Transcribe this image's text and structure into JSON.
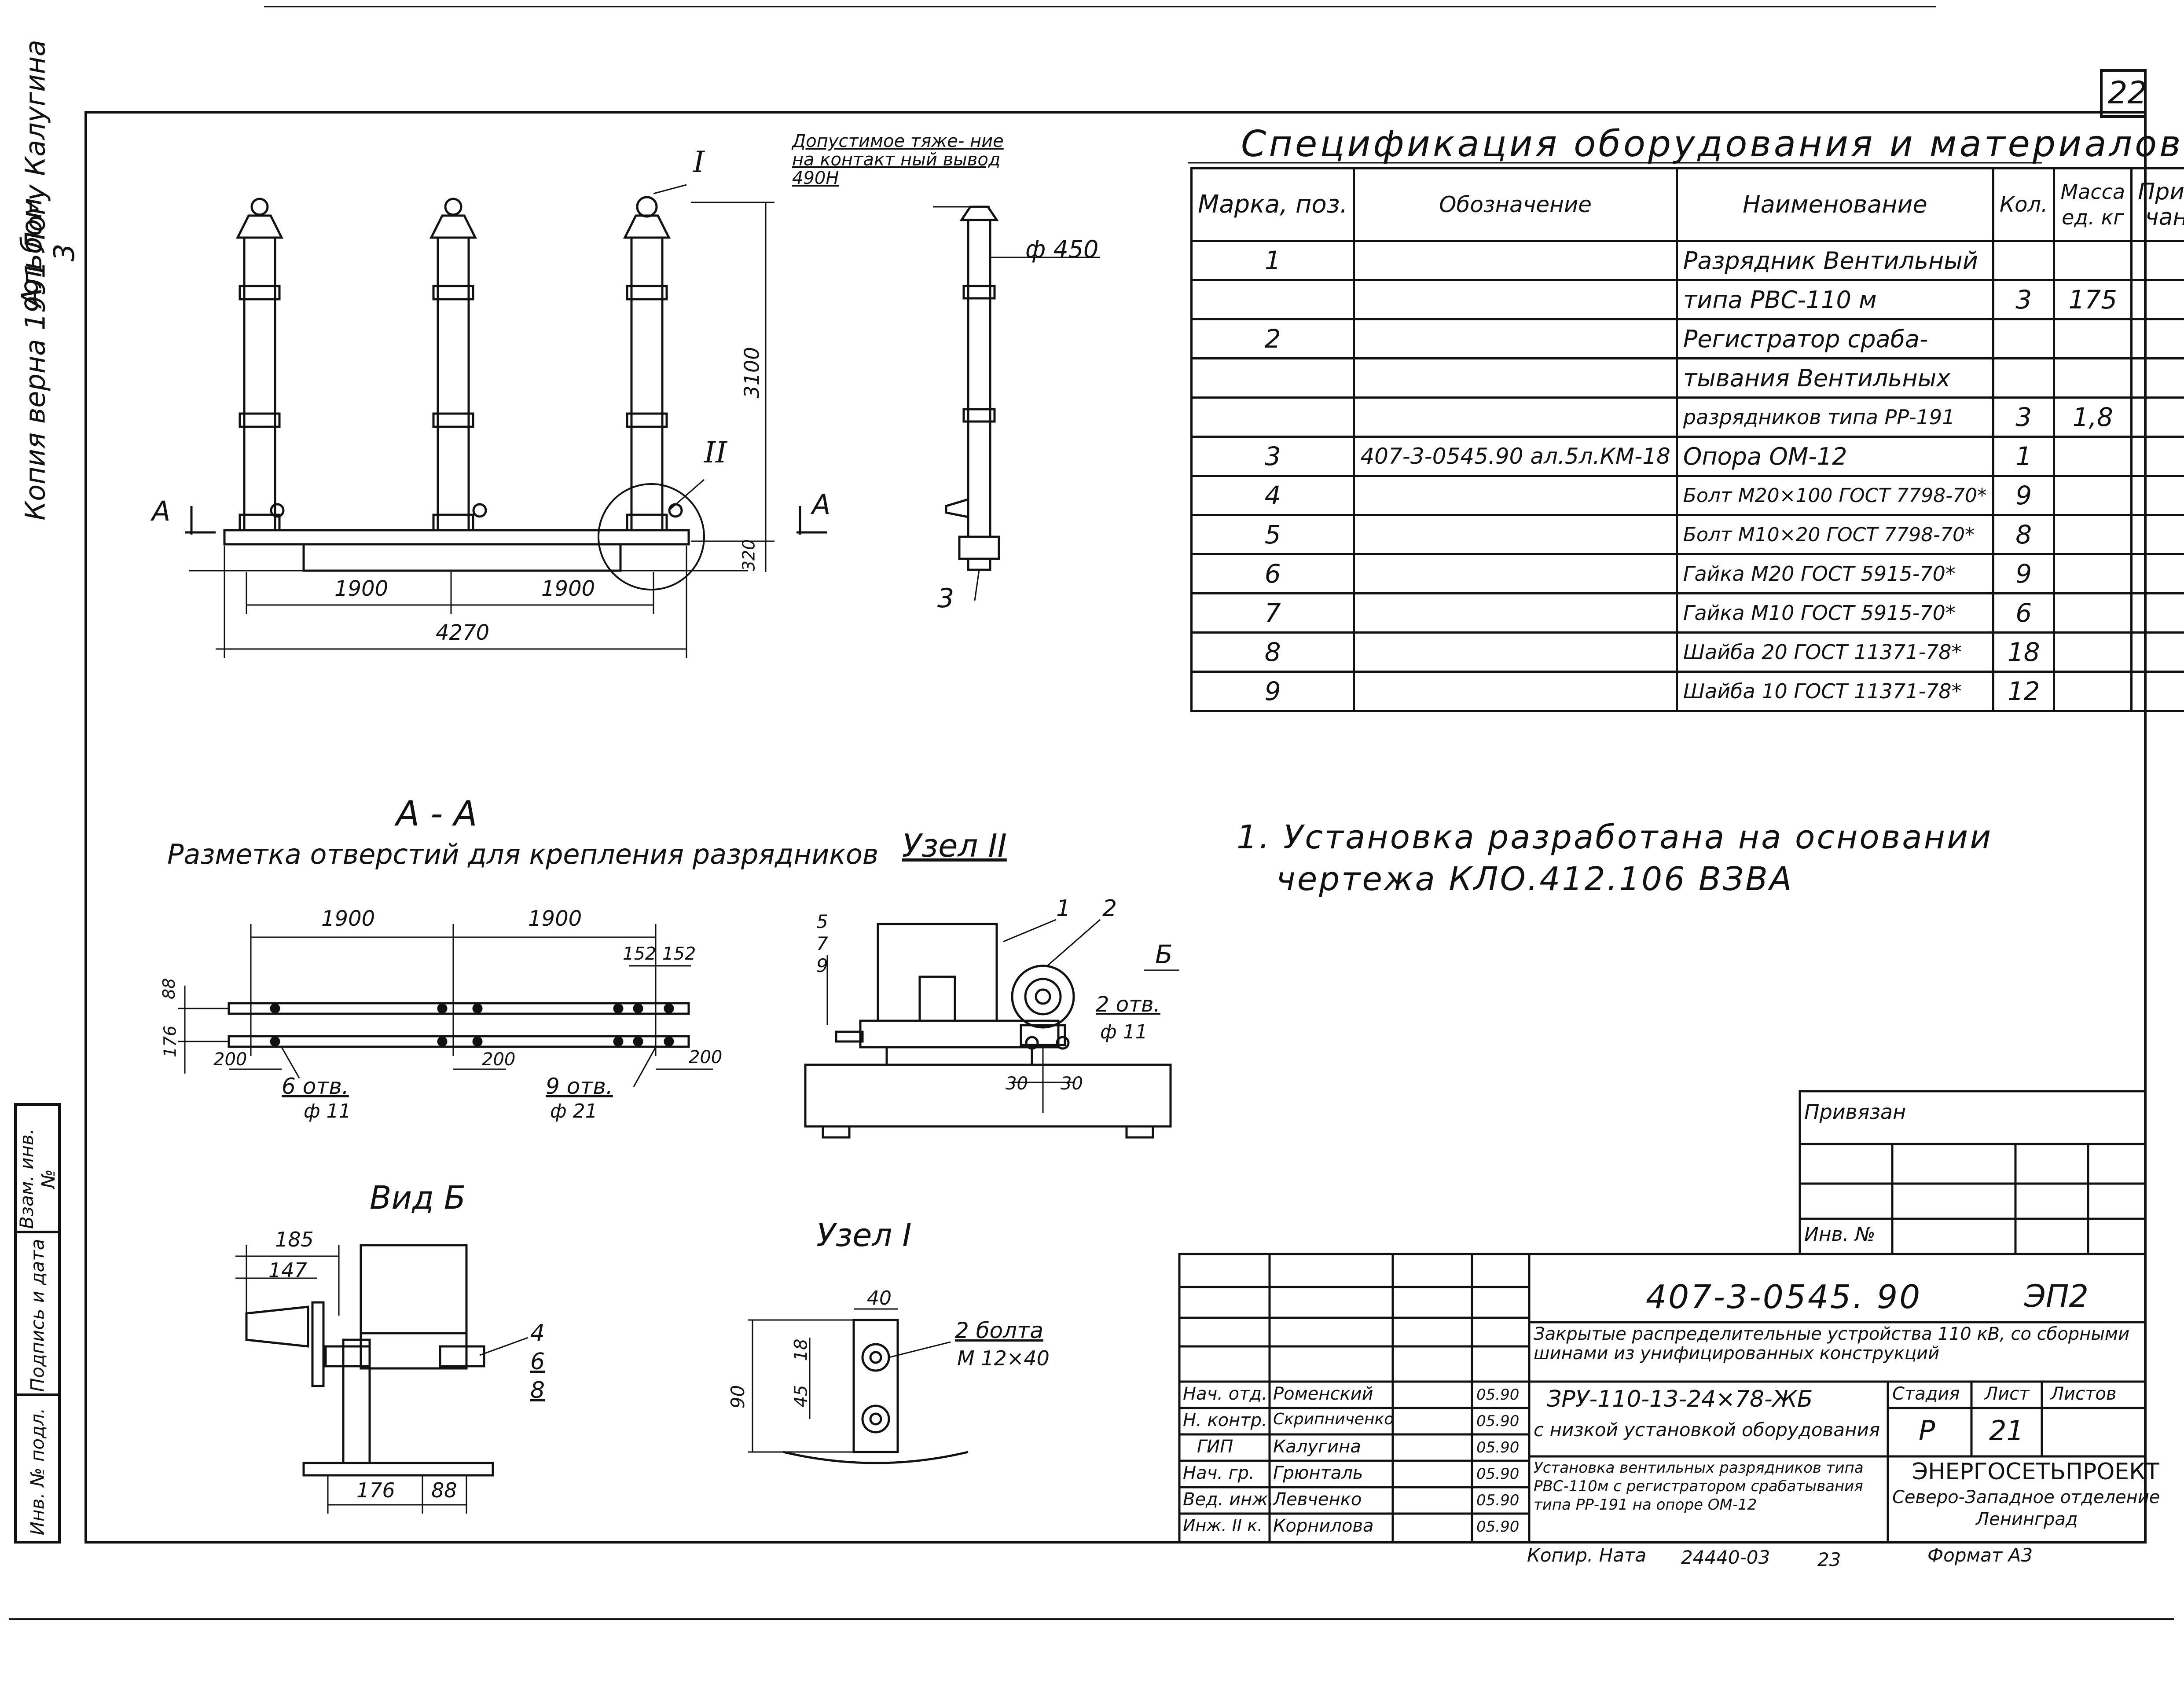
{
  "sheet_number": "22",
  "side_note": {
    "copy_text": "Копия верна 1991 Логу Калугина",
    "album": "Альбом 3"
  },
  "spec": {
    "title": "Спецификация оборудования и материалов",
    "headers": [
      "Марка, поз.",
      "Обозначение",
      "Наименование",
      "Кол.",
      "Масса ед. кг",
      "Приме- чание"
    ],
    "rows": [
      [
        "1",
        "",
        "Разрядник Вентильный",
        "",
        "",
        ""
      ],
      [
        "",
        "",
        "типа РВС-110 м",
        "3",
        "175",
        ""
      ],
      [
        "2",
        "",
        "Регистратор сраба-",
        "",
        "",
        ""
      ],
      [
        "",
        "",
        "тывания Вентильных",
        "",
        "",
        ""
      ],
      [
        "",
        "",
        "разрядников типа РР-191",
        "3",
        "1,8",
        ""
      ],
      [
        "3",
        "407-3-0545.90 ал.5л.КМ-18",
        "Опора ОМ-12",
        "1",
        "",
        ""
      ],
      [
        "4",
        "",
        "Болт М20×100 ГОСТ 7798-70*",
        "9",
        "",
        ""
      ],
      [
        "5",
        "",
        "Болт М10×20 ГОСТ 7798-70*",
        "8",
        "",
        ""
      ],
      [
        "6",
        "",
        "Гайка М20 ГОСТ 5915-70*",
        "9",
        "",
        ""
      ],
      [
        "7",
        "",
        "Гайка М10 ГОСТ 5915-70*",
        "6",
        "",
        ""
      ],
      [
        "8",
        "",
        "Шайба 20 ГОСТ 11371-78*",
        "18",
        "",
        ""
      ],
      [
        "9",
        "",
        "Шайба 10 ГОСТ 11371-78*",
        "12",
        "",
        ""
      ]
    ]
  },
  "note": {
    "line1": "1. Установка разработана на основании",
    "line2": "чертежа КЛО.412.106 ВЗВА"
  },
  "main_view": {
    "callout_I": "I",
    "callout_II": "II",
    "label_load": "Допустимое тяже- ние на контакт ный вывод 490Н",
    "dim_phi450": "ф 450",
    "dim_3100": "3100",
    "dim_320": "320",
    "dim_1900a": "1900",
    "dim_1900b": "1900",
    "dim_4270": "4270",
    "section_A": "А",
    "pos_3": "3"
  },
  "section_aa": {
    "title": "А - А",
    "subtitle": "Разметка отверстий для крепления разрядников",
    "dim_1900a": "1900",
    "dim_1900b": "1900",
    "dim_152a": "152",
    "dim_152b": "152",
    "dim_88": "88",
    "dim_176": "176",
    "dim_200a": "200",
    "dim_200b": "200",
    "dim_200c": "200",
    "holes_6": "6 отв.",
    "holes_6_d": "ф 11",
    "holes_9": "9 отв.",
    "holes_9_d": "ф 21"
  },
  "node_ii": {
    "title": "Узел II",
    "p5": "5",
    "p7": "7",
    "p9": "9",
    "p1": "1",
    "p2": "2",
    "view_b": "Б",
    "holes": "2 отв.",
    "holes_d": "ф 11",
    "dim_30a": "30",
    "dim_30b": "30"
  },
  "view_b": {
    "title": "Вид Б",
    "dim_185": "185",
    "dim_147": "147",
    "dim_176": "176",
    "dim_88": "88",
    "p4": "4",
    "p6": "6",
    "p8": "8"
  },
  "node_i": {
    "title": "Узел I",
    "dim_40": "40",
    "dim_18": "18",
    "dim_45": "45",
    "dim_90": "90",
    "bolts": "2 болта",
    "bolts_size": "М 12×40"
  },
  "title_block": {
    "bound_label": "Привязан",
    "inv_label": "Инв. №",
    "code": "407-3-0545. 90",
    "sheet_code": "ЭП2",
    "project_title": "Закрытые распределительные устройства 110 кВ, со сборными шинами из унифицированных конструкций",
    "sub_title": "ЗРУ-110-13-24×78-ЖБ",
    "sub_title2": "с низкой установкой оборудования",
    "drawing_title": "Установка вентильных разрядников типа РВС-110м с регистратором срабатывания типа РР-191 на опоре ОМ-12",
    "stage_label": "Стадия",
    "sheet_label": "Лист",
    "sheets_label": "Листов",
    "stage": "Р",
    "sheet": "21",
    "org": "ЭНЕРГОСЕТЬПРОЕКТ",
    "org2": "Северо-Западное отделение",
    "org3": "Ленинград",
    "staff": [
      {
        "role": "Нач. отд.",
        "name": "Роменский",
        "date": "05.90"
      },
      {
        "role": "Н. контр.",
        "name": "Скрипниченко",
        "date": "05.90"
      },
      {
        "role": "ГИП",
        "name": "Калугина",
        "date": "05.90"
      },
      {
        "role": "Нач. гр.",
        "name": "Грюнталь",
        "date": "05.90"
      },
      {
        "role": "Вед. инж.",
        "name": "Левченко",
        "date": "05.90"
      },
      {
        "role": "Инж. II к.",
        "name": "Корнилова",
        "date": "05.90"
      }
    ],
    "copied": "Копир. Ната",
    "order": "24440-03",
    "order2": "23",
    "format": "Формат А3"
  },
  "left_strip": {
    "inv_podl": "Инв. № подл.",
    "sign_date": "Подпись и дата",
    "vzam": "Взам. инв. №"
  }
}
